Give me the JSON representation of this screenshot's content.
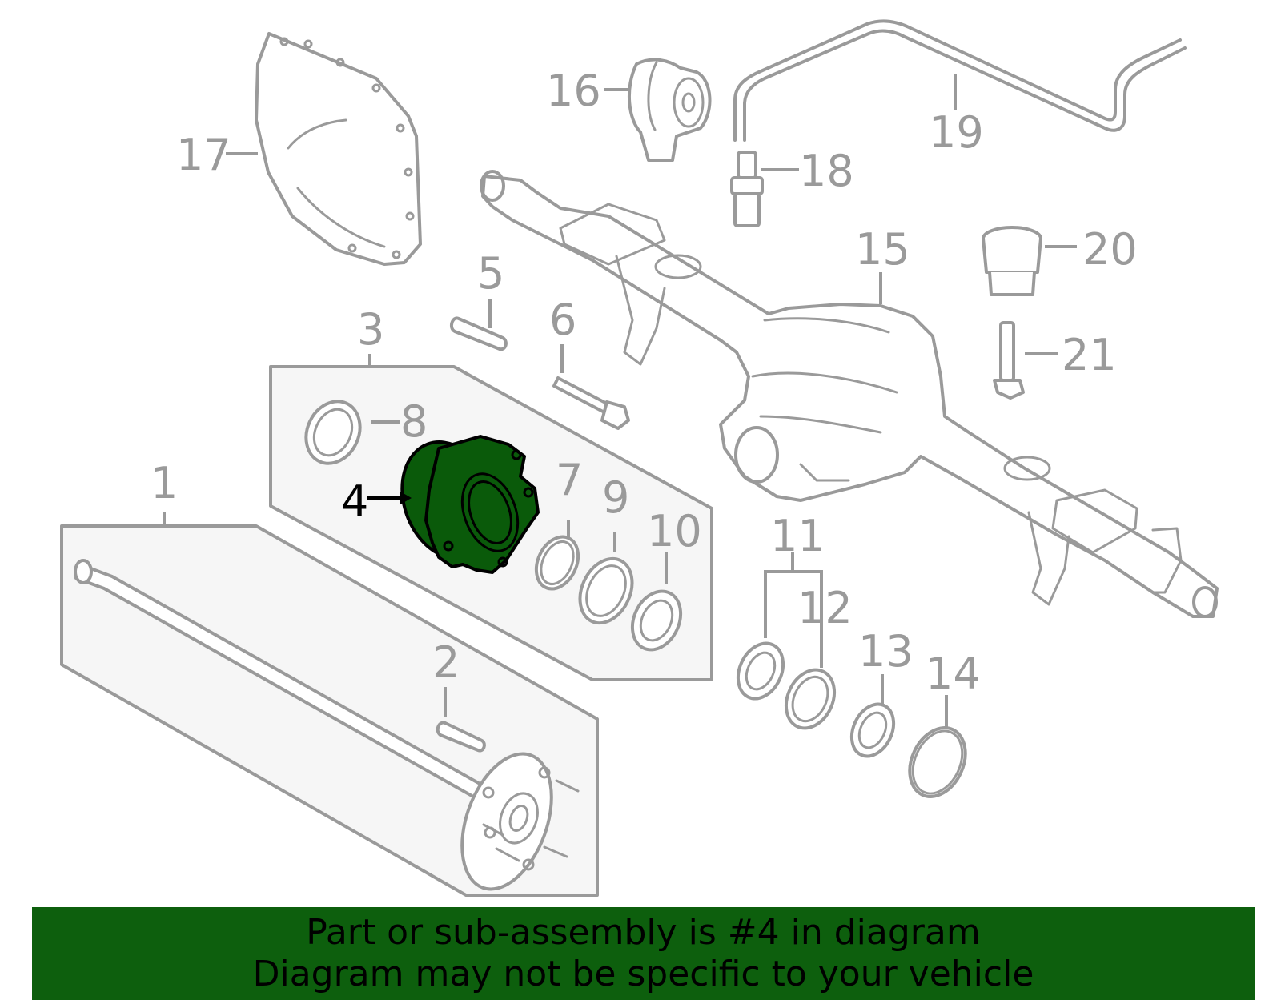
{
  "diagram": {
    "callouts": [
      {
        "id": "1",
        "label": "1",
        "active": false
      },
      {
        "id": "2",
        "label": "2",
        "active": false
      },
      {
        "id": "3",
        "label": "3",
        "active": false
      },
      {
        "id": "4",
        "label": "4",
        "active": true
      },
      {
        "id": "5",
        "label": "5",
        "active": false
      },
      {
        "id": "6",
        "label": "6",
        "active": false
      },
      {
        "id": "7",
        "label": "7",
        "active": false
      },
      {
        "id": "8",
        "label": "8",
        "active": false
      },
      {
        "id": "9",
        "label": "9",
        "active": false
      },
      {
        "id": "10",
        "label": "10",
        "active": false
      },
      {
        "id": "11",
        "label": "11",
        "active": false
      },
      {
        "id": "12",
        "label": "12",
        "active": false
      },
      {
        "id": "13",
        "label": "13",
        "active": false
      },
      {
        "id": "14",
        "label": "14",
        "active": false
      },
      {
        "id": "15",
        "label": "15",
        "active": false
      },
      {
        "id": "16",
        "label": "16",
        "active": false
      },
      {
        "id": "17",
        "label": "17",
        "active": false
      },
      {
        "id": "18",
        "label": "18",
        "active": false
      },
      {
        "id": "19",
        "label": "19",
        "active": false
      },
      {
        "id": "20",
        "label": "20",
        "active": false
      },
      {
        "id": "21",
        "label": "21",
        "active": false
      }
    ],
    "highlighted_part": "4",
    "colors": {
      "line_gray": "#9a9a9a",
      "highlight_green": "#0a5a0a",
      "banner_green": "#0d5f0d",
      "panel_fill": "#f6f6f6"
    }
  },
  "banner": {
    "line1": "Part or sub-assembly is #4 in diagram",
    "line2": "Diagram may not be specific to your vehicle"
  }
}
